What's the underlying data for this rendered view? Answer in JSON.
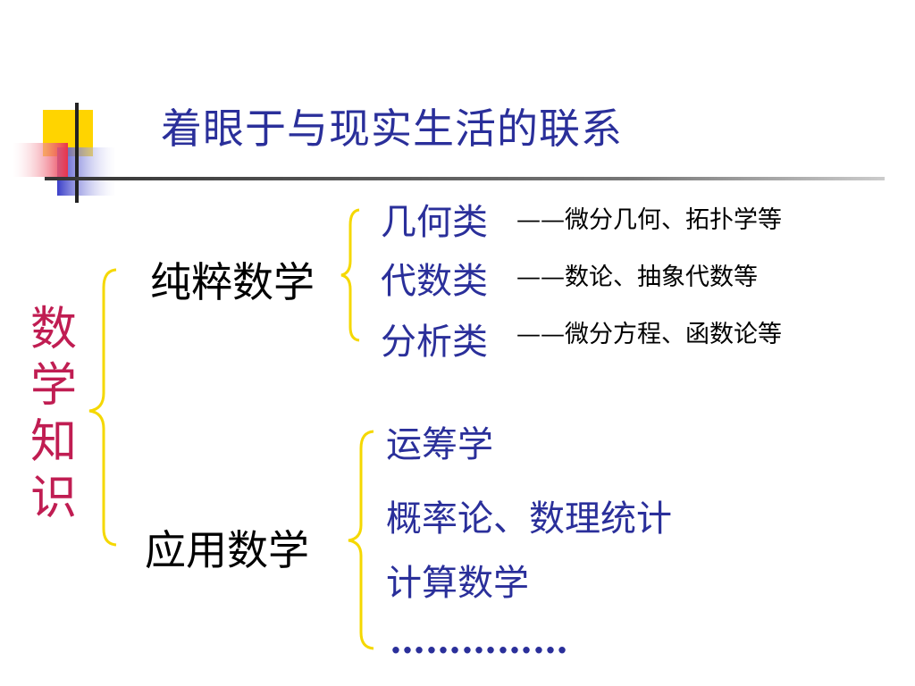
{
  "slide": {
    "title": "着眼于与现实生活的联系"
  },
  "tree": {
    "root": "数学知识",
    "branches": [
      {
        "label": "纯粹数学",
        "children": [
          {
            "label": "几何类",
            "note": "——微分几何、拓扑学等"
          },
          {
            "label": "代数类",
            "note": "——数论、抽象代数等"
          },
          {
            "label": "分析类",
            "note": "——微分方程、函数论等"
          }
        ]
      },
      {
        "label": "应用数学",
        "children": [
          {
            "label": "运筹学"
          },
          {
            "label": "概率论、数理统计"
          },
          {
            "label": "计算数学"
          },
          {
            "label": "……………"
          }
        ]
      }
    ]
  },
  "colors": {
    "title": "#2a2f9a",
    "root": "#c01d52",
    "brace": "#f5d800",
    "logo_yellow": "#ffd400",
    "logo_blue": "#3a3ec8",
    "logo_red": "#e8324a"
  }
}
